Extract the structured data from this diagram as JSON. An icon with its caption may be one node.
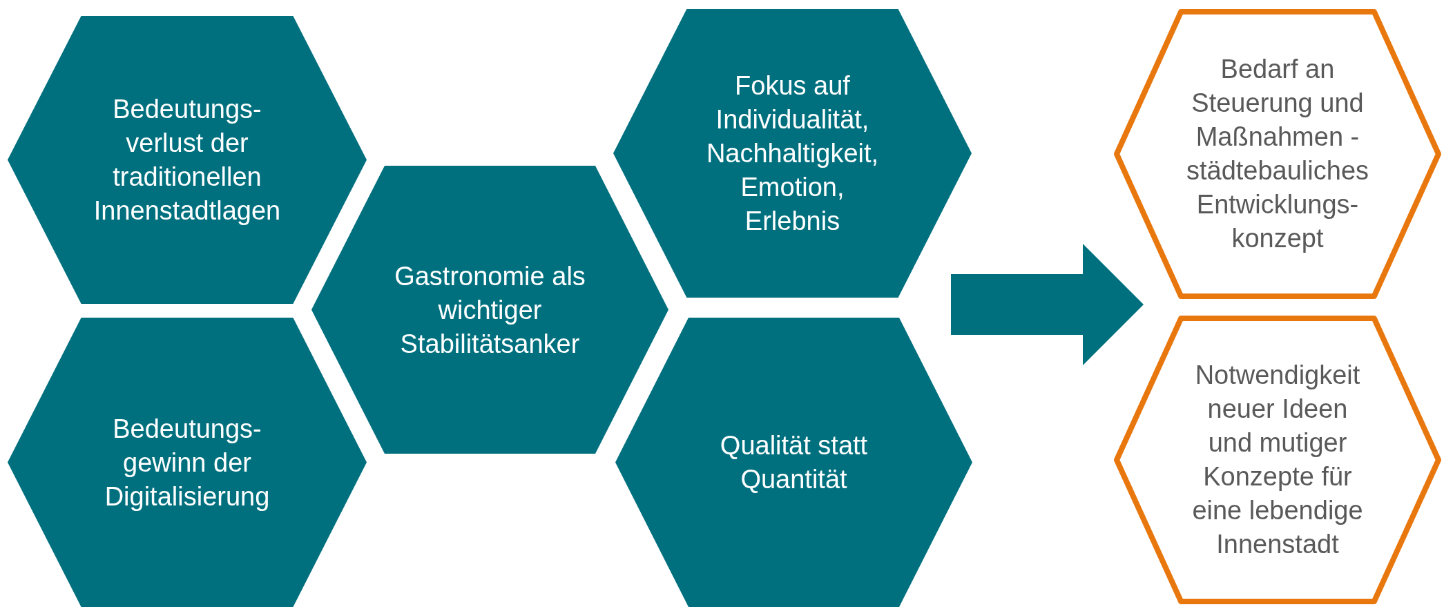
{
  "diagram": {
    "nodes": [
      {
        "text": [
          "Bedeutungs- verlust der traditionellen Innenstadtlagen"
        ]
      },
      {
        "text": [
          "Bedeutungs- gewinn der Digitalisierung"
        ]
      },
      {
        "text": [
          "Gastronomie als wichtiger Stabilitätsanker"
        ]
      },
      {
        "text": [
          "Fokus auf Individualität, Nachhaltigkeit, Emotion, Erlebnis"
        ]
      },
      {
        "text": [
          "Qualität statt Quantität"
        ]
      },
      {
        "text": [
          "Bedarf an Steuerung und Maßnahmen - städtebauliches Entwicklungs- konzept"
        ]
      },
      {
        "text": [
          "Notwendigkeit neuer Ideen und mutiger Konzepte für eine lebendige Innenstadt"
        ]
      }
    ],
    "edges": [
      {
        "from": 3,
        "to": 5,
        "arrow": "to",
        "style": "thick"
      }
    ]
  }
}
